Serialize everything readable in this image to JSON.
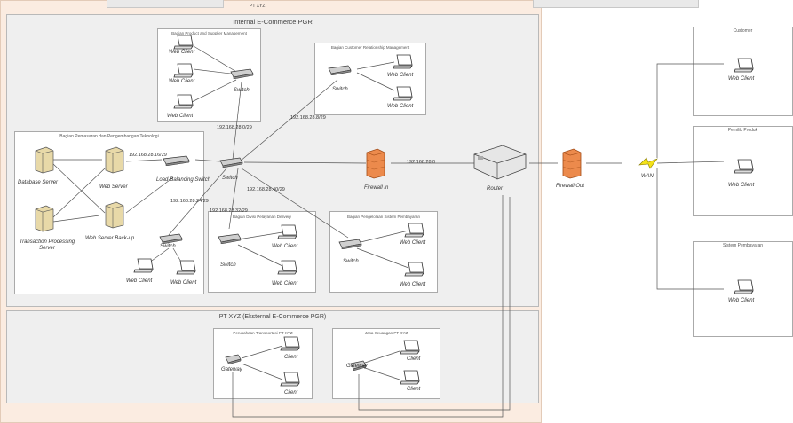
{
  "outer_title": "PT XYZ",
  "internal": {
    "title": "Internal E-Commerce PGR",
    "groups": {
      "top_left": "Bagian Product and Supplier Management",
      "top_right": "Bagian Customer Relationship Management",
      "left": "Bagian Pemasaran dan Pengembangan Teknologi",
      "bottom_mid": "Bagian Divisi Pelayanan Delivery",
      "bottom_right": "Bagian Pengelolaan Sistem Pembayaran"
    }
  },
  "external": {
    "title": "PT XYZ (Eksternal E-Commerce PGR)",
    "groups": {
      "left": "Perusahaan Transportasi PT XYZ",
      "right": "Jasa Keuangan PT XYZ"
    }
  },
  "right_boxes": {
    "customer": "Customer",
    "owner": "Pemilik Produk",
    "sistem": "Sistem Pembayaran"
  },
  "labels": {
    "web_client": "Web Client",
    "client": "Client",
    "switch": "Switch",
    "gateway": "Gateway",
    "router": "Router",
    "wan": "WAN",
    "firewall_in": "Firewall In",
    "firewall_out": "Firewall Out",
    "database_server": "Database Server",
    "web_server": "Web Server",
    "lb_switch": "Load-Balancing Switch",
    "tps": "Transaction Processing Server",
    "web_server_backup": "Web Server Back-up"
  },
  "ips": {
    "ip_top_left": "192.168.28.0/29",
    "ip_top_right": "192.168.28.8/29",
    "ip_left_1": "192.168.28.16/29",
    "ip_left_2": "192.168.28.24/29",
    "ip_mid_1": "192.168.28.40/29",
    "ip_mid_2": "192.168.28.32/29",
    "ip_router": "192.168.28.0"
  }
}
